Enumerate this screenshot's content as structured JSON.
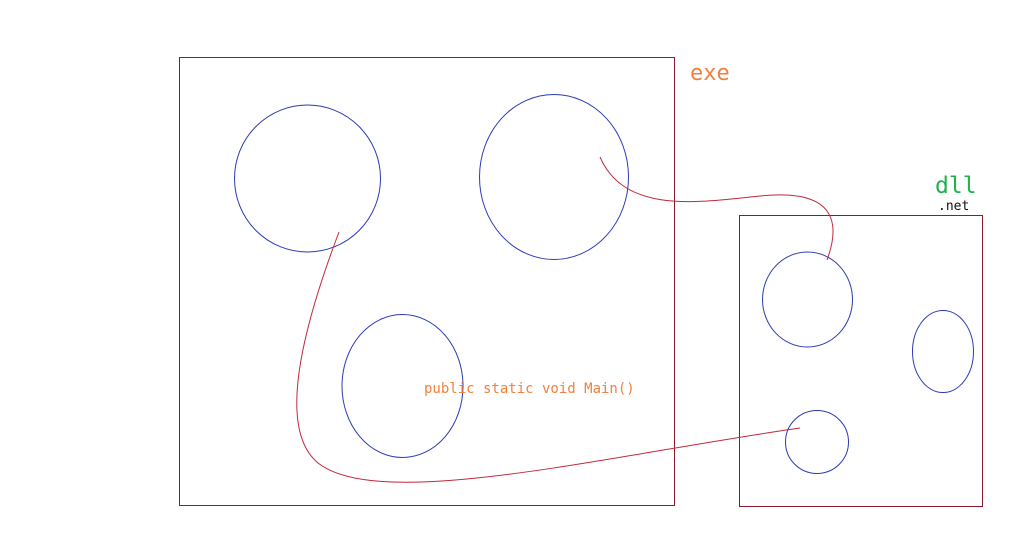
{
  "labels": {
    "exe": "exe",
    "dll": "dll",
    "net": ".net",
    "main_method": "public static void Main()"
  },
  "colors": {
    "box_stroke": "#8b1a2e",
    "circle_stroke": "#2b3ab5",
    "curve_stroke": "#c0283a",
    "exe_text": "#f27f3d",
    "dll_text": "#22b24c",
    "net_text": "#111111",
    "main_text": "#f27f3d"
  }
}
